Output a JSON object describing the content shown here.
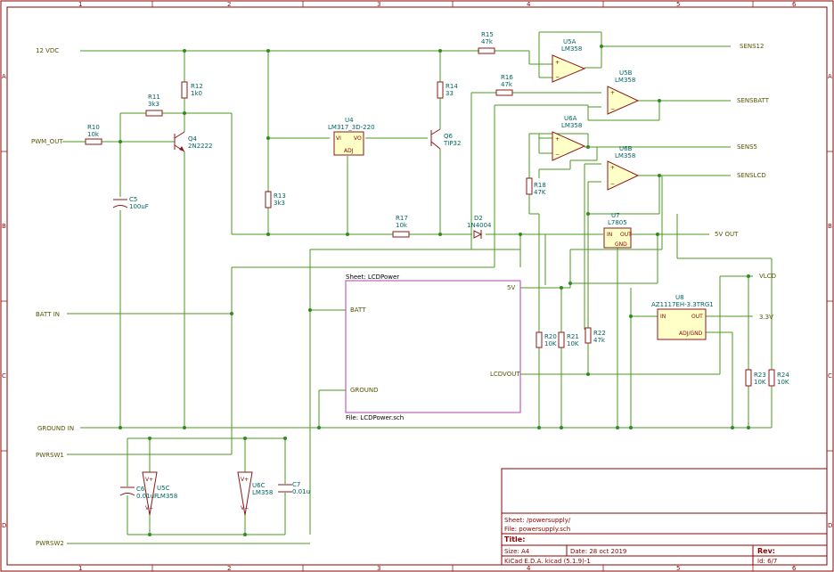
{
  "frame": {
    "cols": [
      "1",
      "2",
      "3",
      "4",
      "5",
      "6"
    ],
    "rows": [
      "A",
      "B",
      "C",
      "D"
    ]
  },
  "ports": {
    "v12": "12 VDC",
    "pwm": "PWM_OUT",
    "batt": "BATT IN",
    "gnd": "GROUND IN",
    "pwrsw1": "PWRSW1",
    "pwrsw2": "PWRSW2",
    "sens12": "SENS12",
    "sensbatt": "SENSBATT",
    "sens5": "SENS5",
    "senslcd": "SENSLCD",
    "out5v": "5V OUT",
    "vlcd": "VLCD",
    "v33": "3.3V"
  },
  "components": {
    "r10": [
      "R10",
      "10k"
    ],
    "r11": [
      "R11",
      "3k3"
    ],
    "r12": [
      "R12",
      "1k0"
    ],
    "q4": [
      "Q4",
      "2N2222"
    ],
    "c5": [
      "C5",
      "100uF"
    ],
    "r13": [
      "R13",
      "3k3"
    ],
    "u4": [
      "U4",
      "LM317_3D-220"
    ],
    "r14": [
      "R14",
      "33"
    ],
    "q6": [
      "Q6",
      "TIP32"
    ],
    "r17": [
      "R17",
      "10k"
    ],
    "d2": [
      "D2",
      "1N4004"
    ],
    "r15": [
      "R15",
      "47k"
    ],
    "r16": [
      "R16",
      "47k"
    ],
    "u5a": [
      "U5A",
      "LM358"
    ],
    "u5b": [
      "U5B",
      "LM358"
    ],
    "u6a": [
      "U6A",
      "LM358"
    ],
    "u6b": [
      "U6B",
      "LM358"
    ],
    "r18": [
      "R18",
      "47K"
    ],
    "u7": [
      "U7",
      "L7805"
    ],
    "r20": [
      "R20",
      "10K"
    ],
    "r21": [
      "R21",
      "10K"
    ],
    "r22": [
      "R22",
      "47k"
    ],
    "u8": [
      "U8",
      "AZ1117EH-3.3TRG1"
    ],
    "r23": [
      "R23",
      "10K"
    ],
    "r24": [
      "R24",
      "10K"
    ],
    "c6": [
      "C6",
      "0.01uF"
    ],
    "u5c": [
      "U5C",
      "LM358"
    ],
    "u6c": [
      "U6C",
      "LM358"
    ],
    "c7": [
      "C7",
      "0.01u"
    ]
  },
  "pins": {
    "u4_vi": "VI",
    "u4_vo": "VO",
    "u4_adj": "ADJ",
    "u7_in": "IN",
    "u7_out": "OUT",
    "u7_gnd": "GND",
    "u8_in": "IN",
    "u8_out": "OUT",
    "u8_adj": "ADJ/GND"
  },
  "sheet": {
    "name": "Sheet: LCDPower",
    "file": "File: LCDPower.sch",
    "pin_batt": "BATT",
    "pin_ground": "GROUND",
    "pin_5v": "5V",
    "pin_lcdvout": "LCDVOUT"
  },
  "title_block": {
    "sheet": "Sheet: /powersupply/",
    "file": "File: powersupply.sch",
    "title": "Title:",
    "size": "Size: A4",
    "date": "Date: 28 oct 2019",
    "rev": "Rev:",
    "kicad": "KiCad E.D.A.  kicad (5.1.9)-1",
    "id": "Id: 6/7"
  },
  "colors": {
    "wire": "#4a9a1e",
    "component": "#8b1a1a",
    "label": "#006464",
    "frame": "#8b0000"
  }
}
